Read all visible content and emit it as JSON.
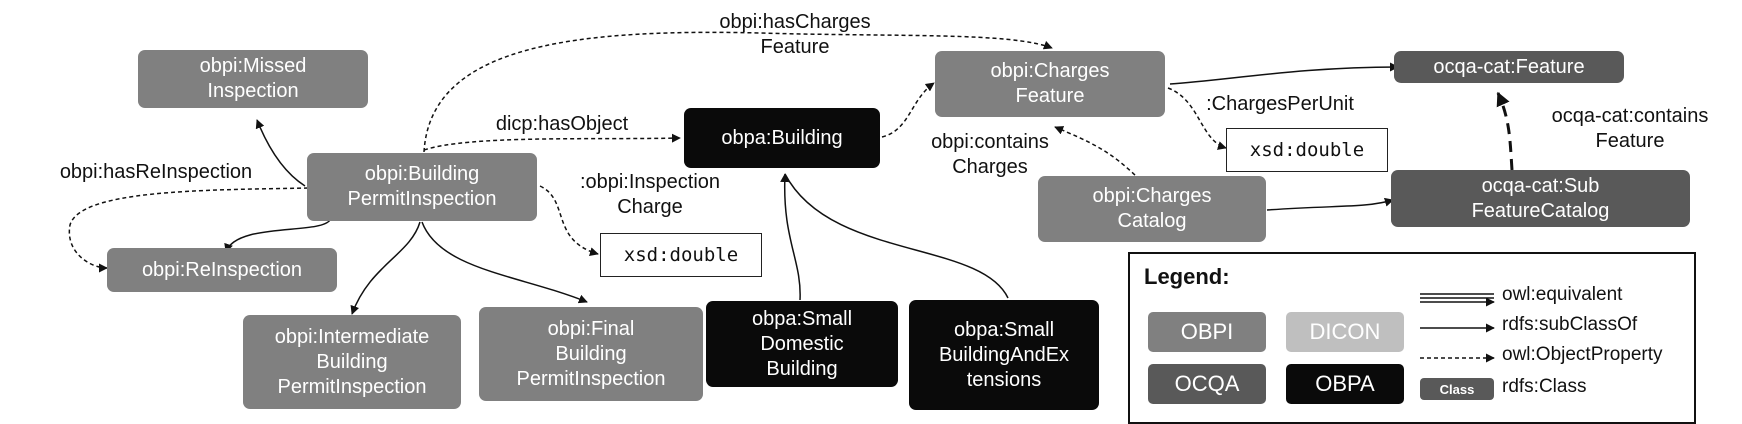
{
  "nodes": {
    "missed_inspection": "obpi:Missed\nInspection",
    "building_permit_inspection": "obpi:Building\nPermitInspection",
    "reinspection": "obpi:ReInspection",
    "intermediate": "obpi:Intermediate\nBuilding\nPermitInspection",
    "final": "obpi:Final\nBuilding\nPermitInspection",
    "building": "obpa:Building",
    "small_domestic": "obpa:Small\nDomestic\nBuilding",
    "small_extensions": "obpa:Small\nBuildingAndEx\ntensions",
    "charges_feature": "obpi:Charges\nFeature",
    "charges_catalog": "obpi:Charges\nCatalog",
    "ocqa_feature": "ocqa-cat:Feature",
    "sub_feature_catalog": "ocqa-cat:Sub\nFeatureCatalog",
    "xsd_double_1": "xsd:double",
    "xsd_double_2": "xsd:double"
  },
  "edge_labels": {
    "has_charges_feature": "obpi:hasCharges\nFeature",
    "has_object": "dicp:hasObject",
    "has_reinspection": "obpi:hasReInspection",
    "inspection_charge": ":obpi:Inspection\nCharge",
    "charges_per_unit": ":ChargesPerUnit",
    "contains_charges": "obpi:contains\nCharges",
    "contains_feature": "ocqa-cat:contains\nFeature"
  },
  "legend": {
    "title": "Legend:",
    "swatches": {
      "obpi": "OBPI",
      "dicon": "DICON",
      "ocqa": "OCQA",
      "obpa": "OBPA"
    },
    "items": {
      "equivalent": "owl:equivalent",
      "subclass": "rdfs:subClassOf",
      "object_property": "owl:ObjectProperty",
      "class_badge": "Class",
      "class": "rdfs:Class"
    }
  },
  "colors": {
    "obpi": "#808080",
    "ocqa": "#595959",
    "obpa": "#0a0a0a",
    "dicon": "#bfbfbf"
  }
}
